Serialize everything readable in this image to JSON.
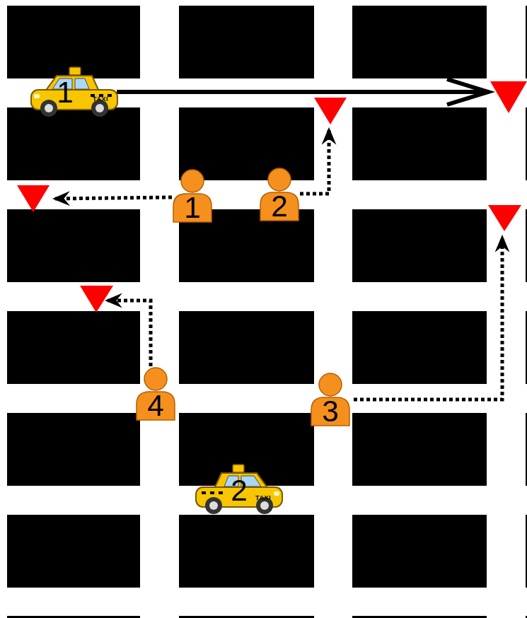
{
  "diagram": {
    "labels": [
      "1",
      "TAXI",
      "1",
      "2",
      "4",
      "3",
      "2",
      "TAXI"
    ]
  }
}
